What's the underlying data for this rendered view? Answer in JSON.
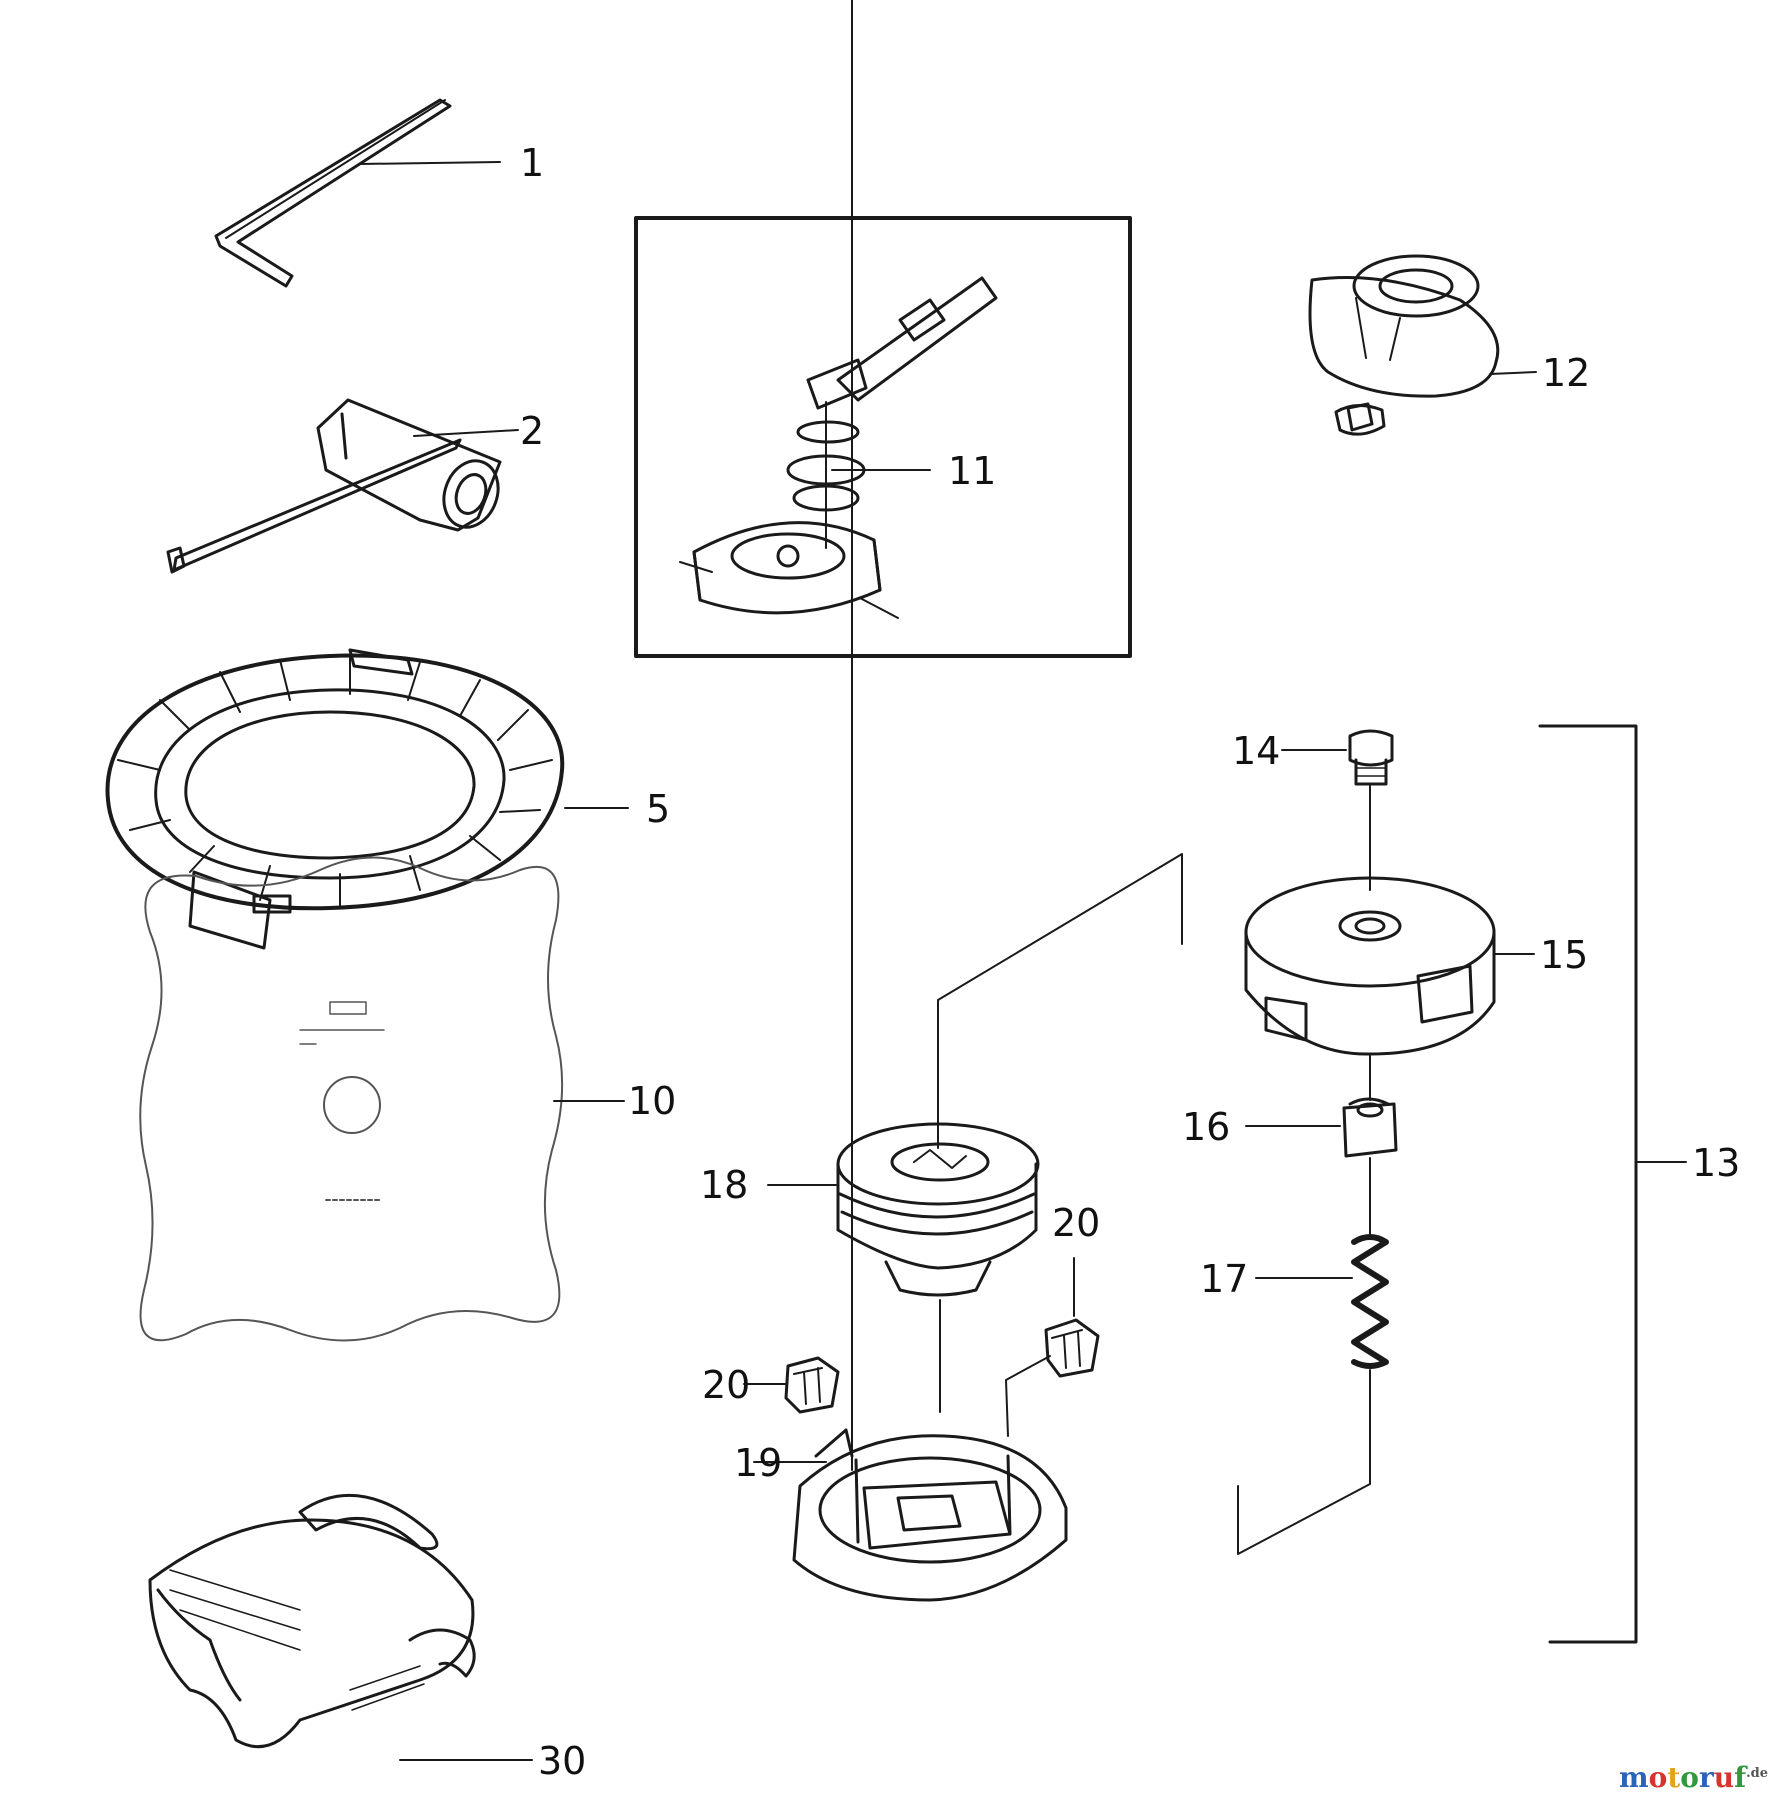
{
  "labels": {
    "l1": "1",
    "l2": "2",
    "l5": "5",
    "l10": "10",
    "l11": "11",
    "l12": "12",
    "l13": "13",
    "l14": "14",
    "l15": "15",
    "l16": "16",
    "l17": "17",
    "l18": "18",
    "l19": "19",
    "l20a": "20",
    "l20b": "20",
    "l30": "30"
  },
  "watermark": {
    "m": "m",
    "o1": "o",
    "t": "t",
    "o2": "o",
    "r": "r",
    "u": "u",
    "f": "f",
    "tld": ".de"
  },
  "colors": {
    "line": "#1a1a1a",
    "brand_m": "#2a63b8",
    "brand_o1": "#d6342c",
    "brand_t": "#e0a61a",
    "brand_o2": "#2f9a3c",
    "brand_r": "#2a63b8",
    "brand_u": "#d6342c",
    "brand_f": "#2f9a3c"
  }
}
